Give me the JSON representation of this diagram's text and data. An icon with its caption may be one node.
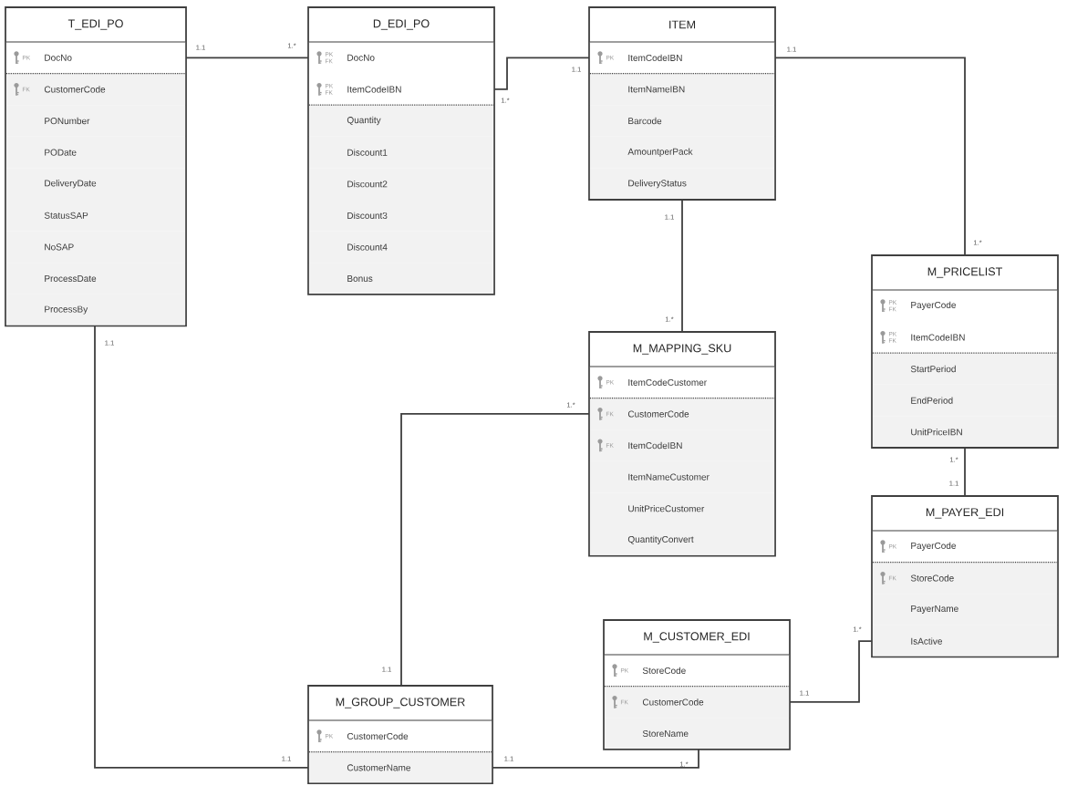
{
  "diagram": {
    "nodes": [
      {
        "text": [
          "T_EDI_PO"
        ]
      },
      {
        "text": [
          "PK",
          "DocNo"
        ],
        "in": 0
      },
      {
        "text": [
          "FK",
          "CustomerCode"
        ],
        "in": 0
      },
      {
        "text": [
          "PONumber"
        ],
        "in": 0
      },
      {
        "text": [
          "PODate"
        ],
        "in": 0
      },
      {
        "text": [
          "DeliveryDate"
        ],
        "in": 0
      },
      {
        "text": [
          "StatusSAP"
        ],
        "in": 0
      },
      {
        "text": [
          "NoSAP"
        ],
        "in": 0
      },
      {
        "text": [
          "ProcessDate"
        ],
        "in": 0
      },
      {
        "text": [
          "ProcessBy"
        ],
        "in": 0
      },
      {
        "text": [
          "D_EDI_PO"
        ]
      },
      {
        "text": [
          "PK FK",
          "DocNo"
        ],
        "in": 10
      },
      {
        "text": [
          "PK FK",
          "ItemCodeIBN"
        ],
        "in": 10
      },
      {
        "text": [
          "Quantity"
        ],
        "in": 10
      },
      {
        "text": [
          "Discount1"
        ],
        "in": 10
      },
      {
        "text": [
          "Discount2"
        ],
        "in": 10
      },
      {
        "text": [
          "Discount3"
        ],
        "in": 10
      },
      {
        "text": [
          "Discount4"
        ],
        "in": 10
      },
      {
        "text": [
          "Bonus"
        ],
        "in": 10
      },
      {
        "text": [
          "ITEM"
        ]
      },
      {
        "text": [
          "PK",
          "ItemCodeIBN"
        ],
        "in": 19
      },
      {
        "text": [
          "ItemNameIBN"
        ],
        "in": 19
      },
      {
        "text": [
          "Barcode"
        ],
        "in": 19
      },
      {
        "text": [
          "AmountperPack"
        ],
        "in": 19
      },
      {
        "text": [
          "DeliveryStatus"
        ],
        "in": 19
      },
      {
        "text": [
          "M_PRICELIST"
        ]
      },
      {
        "text": [
          "PK FK",
          "PayerCode"
        ],
        "in": 25
      },
      {
        "text": [
          "PK FK",
          "ItemCodeIBN"
        ],
        "in": 25
      },
      {
        "text": [
          "StartPeriod"
        ],
        "in": 25
      },
      {
        "text": [
          "EndPeriod"
        ],
        "in": 25
      },
      {
        "text": [
          "UnitPriceIBN"
        ],
        "in": 25
      },
      {
        "text": [
          "M_MAPPING_SKU"
        ]
      },
      {
        "text": [
          "PK",
          "ItemCodeCustomer"
        ],
        "in": 31
      },
      {
        "text": [
          "FK",
          "CustomerCode"
        ],
        "in": 31
      },
      {
        "text": [
          "FK",
          "ItemCodeIBN"
        ],
        "in": 31
      },
      {
        "text": [
          "ItemNameCustomer"
        ],
        "in": 31
      },
      {
        "text": [
          "UnitPriceCustomer"
        ],
        "in": 31
      },
      {
        "text": [
          "QuantityConvert"
        ],
        "in": 31
      },
      {
        "text": [
          "M_PAYER_EDI"
        ]
      },
      {
        "text": [
          "PK",
          "PayerCode"
        ],
        "in": 38
      },
      {
        "text": [
          "FK",
          "StoreCode"
        ],
        "in": 38
      },
      {
        "text": [
          "PayerName"
        ],
        "in": 38
      },
      {
        "text": [
          "IsActive"
        ],
        "in": 38
      },
      {
        "text": [
          "M_CUSTOMER_EDI"
        ]
      },
      {
        "text": [
          "PK",
          "StoreCode"
        ],
        "in": 43
      },
      {
        "text": [
          "FK",
          "CustomerCode"
        ],
        "in": 43
      },
      {
        "text": [
          "StoreName"
        ],
        "in": 43
      },
      {
        "text": [
          "M_GROUP_CUSTOMER"
        ]
      },
      {
        "text": [
          "PK",
          "CustomerCode"
        ],
        "in": 47
      },
      {
        "text": [
          "CustomerName"
        ],
        "in": 47
      }
    ],
    "edges": [
      {
        "from": 0,
        "to": 10,
        "arrow": "none"
      },
      {
        "from": 10,
        "to": 19,
        "arrow": "none"
      },
      {
        "from": 19,
        "to": 25,
        "arrow": "none"
      },
      {
        "from": 19,
        "to": 31,
        "arrow": "none"
      },
      {
        "from": 31,
        "to": 47,
        "arrow": "none"
      },
      {
        "from": 25,
        "to": 38,
        "arrow": "none"
      },
      {
        "from": 43,
        "to": 38,
        "arrow": "none"
      },
      {
        "from": 0,
        "to": 47,
        "arrow": "none"
      },
      {
        "from": 47,
        "to": 43,
        "arrow": "none"
      }
    ],
    "labels": [
      "1.1",
      "1.*",
      "1.1",
      "1.1",
      "1.*",
      "1.1",
      "1.*",
      "1.*",
      "1.1",
      "1.*",
      "1.*",
      "1.1",
      "1.*",
      "1.1",
      "1.1",
      "1.1",
      "1.1",
      "1.*"
    ]
  }
}
